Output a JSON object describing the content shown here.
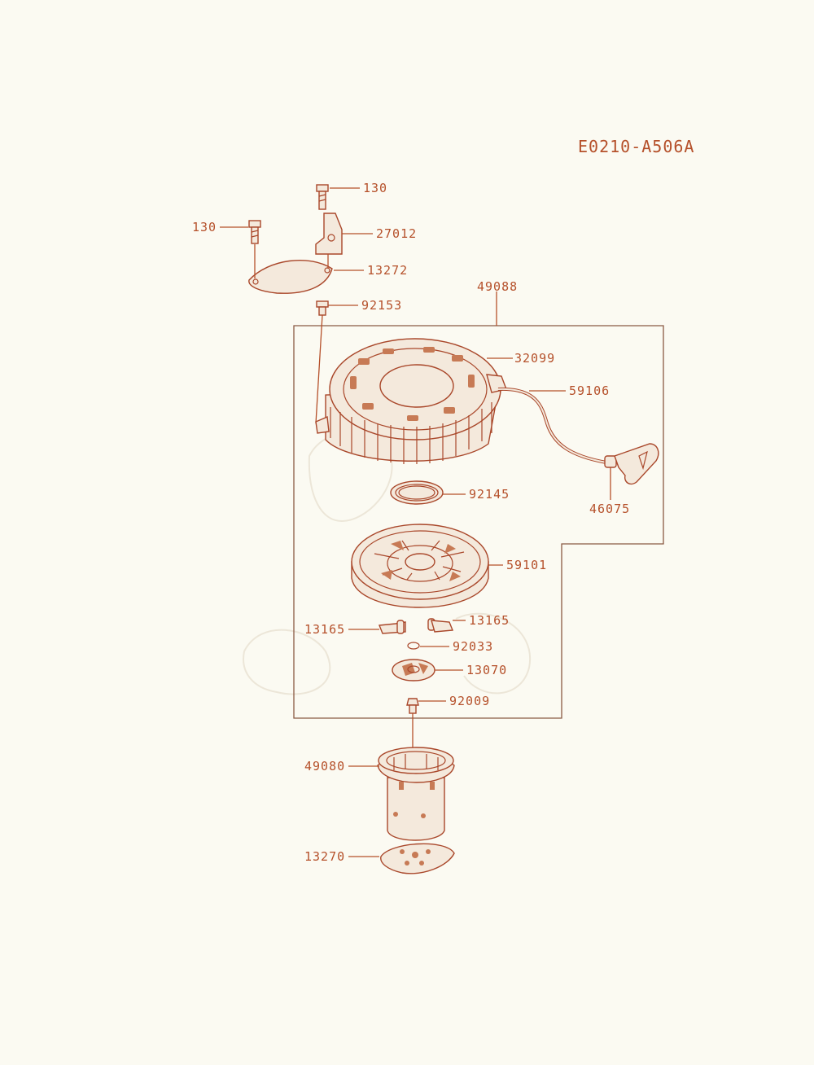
{
  "diagram_code": "E0210-A506A",
  "colors": {
    "accent": "#b5502a",
    "background": "#fbfaf2"
  },
  "labels": {
    "bolt_right": "130",
    "bolt_left": "130",
    "bracket": "27012",
    "plate": "13272",
    "assembly": "49088",
    "bolt_flange": "92153",
    "case": "32099",
    "rope": "59106",
    "handle": "46075",
    "spring": "92145",
    "reel": "59101",
    "ratchet_left": "13165",
    "ratchet_right": "13165",
    "washer": "92033",
    "guide": "13070",
    "screw": "92009",
    "pulley": "49080",
    "plate_bottom": "13270"
  }
}
